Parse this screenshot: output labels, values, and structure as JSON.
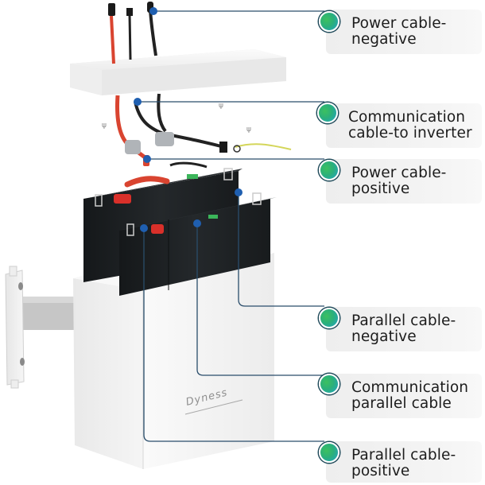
{
  "brand": "Dyness",
  "callouts": [
    {
      "id": "power-cable-negative",
      "lines": [
        "Power cable-",
        "negative"
      ]
    },
    {
      "id": "communication-cable-to-inverter",
      "lines": [
        "Communication",
        "cable-to inverter"
      ]
    },
    {
      "id": "power-cable-positive",
      "lines": [
        "Power cable-",
        "positive"
      ]
    },
    {
      "id": "parallel-cable-negative",
      "lines": [
        "Parallel cable-",
        "negative"
      ]
    },
    {
      "id": "communication-parallel-cable",
      "lines": [
        "Communication",
        "parallel cable"
      ]
    },
    {
      "id": "parallel-cable-positive",
      "lines": [
        "Parallel cable-",
        "positive"
      ]
    }
  ],
  "colors": {
    "leader_line": "#2a4d6b",
    "anchor_dot": "#1f5fb0",
    "bullet_green": "#3cc060",
    "bullet_blue": "#20a0c8",
    "cable_red": "#d94430",
    "cable_black": "#222222",
    "battery_body": "#1e2124",
    "cover_white": "#f2f2f2"
  }
}
